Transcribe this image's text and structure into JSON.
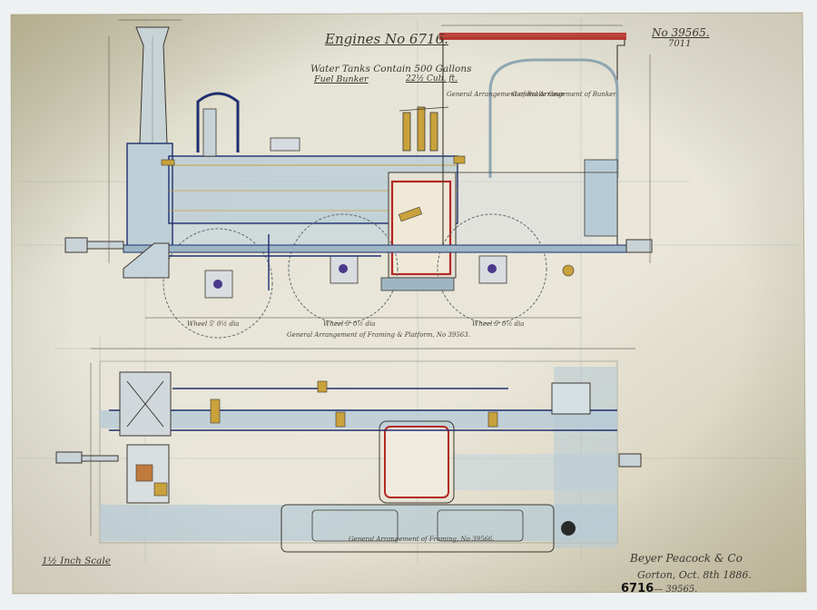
{
  "drawing": {
    "title": "Engines No 6716.",
    "drawing_number": "No 39565.",
    "sheet_ref": "7011",
    "tanks_note": "Water Tanks Contain 500 Gallons",
    "fuel_note": "Fuel Bunker",
    "fuel_value": "22½ Cub. ft.",
    "scale": "1½ Inch Scale",
    "maker": "Beyer Peacock & Co",
    "date": "Gorton, Oct. 8th 1886.",
    "stamp_number": "6716",
    "stamp_suffix": "— 39565."
  },
  "references": {
    "side_arrangement": "General Arrangement of Framing & Platform, No 39563.",
    "plan_arrangement": "General Arrangement of Framing, No 39566.",
    "brake_arrangement": "General Arrangement of Brake Gear",
    "bunker_arrangement": "General Arrangement of Bunker",
    "wheel_left": "Wheel 5' 0½ dia",
    "wheel_middle": "Wheel 5' 0½ dia",
    "wheel_right": "Wheel 5' 0½ dia"
  },
  "colors": {
    "paper": "#e7e3d3",
    "paper_edge": "#d4cfbc",
    "ink": "#3c3730",
    "blue_wash": "#b7cbd6",
    "dark_blue": "#1f2f6e",
    "red": "#b52a25",
    "brass": "#c9a23c"
  }
}
